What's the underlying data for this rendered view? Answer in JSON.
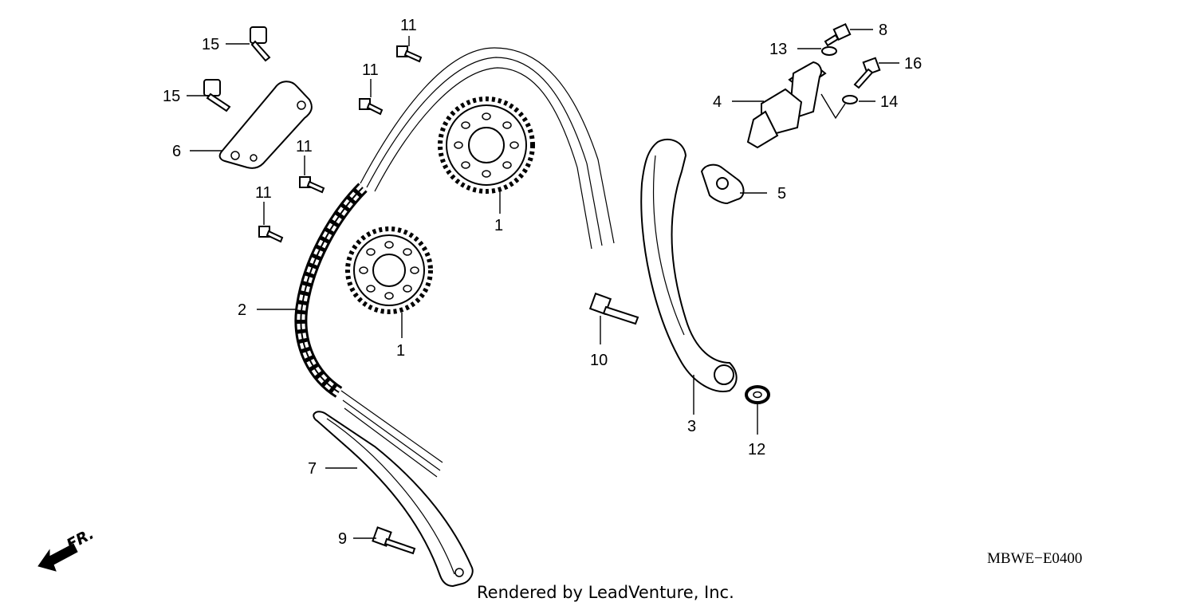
{
  "diagram": {
    "code": "MBWE−E0400",
    "credit": "Rendered by LeadVenture, Inc.",
    "front_indicator": "FR.",
    "callouts": [
      {
        "id": "c1a",
        "text": "1"
      },
      {
        "id": "c1b",
        "text": "1"
      },
      {
        "id": "c2",
        "text": "2"
      },
      {
        "id": "c3",
        "text": "3"
      },
      {
        "id": "c4",
        "text": "4"
      },
      {
        "id": "c5",
        "text": "5"
      },
      {
        "id": "c6",
        "text": "6"
      },
      {
        "id": "c7",
        "text": "7"
      },
      {
        "id": "c8",
        "text": "8"
      },
      {
        "id": "c9",
        "text": "9"
      },
      {
        "id": "c10",
        "text": "10"
      },
      {
        "id": "c11a",
        "text": "11"
      },
      {
        "id": "c11b",
        "text": "11"
      },
      {
        "id": "c11c",
        "text": "11"
      },
      {
        "id": "c11d",
        "text": "11"
      },
      {
        "id": "c12",
        "text": "12"
      },
      {
        "id": "c13",
        "text": "13"
      },
      {
        "id": "c14",
        "text": "14"
      },
      {
        "id": "c15a",
        "text": "15"
      },
      {
        "id": "c15b",
        "text": "15"
      },
      {
        "id": "c16",
        "text": "16"
      }
    ]
  }
}
